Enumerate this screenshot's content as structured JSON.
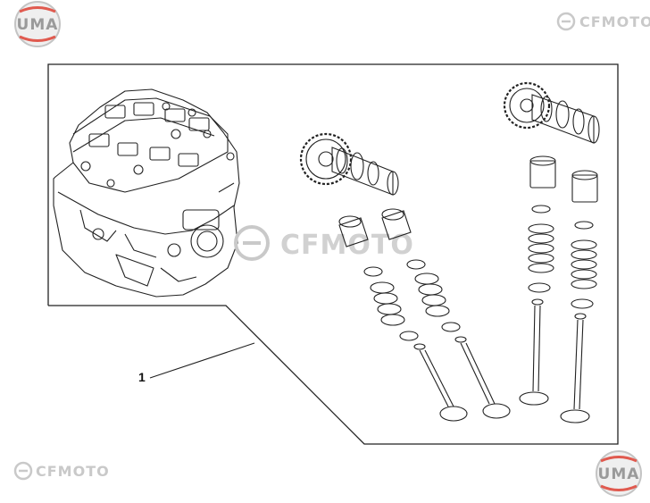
{
  "watermarks": {
    "brand_top_left": "UMA",
    "brand_top_right": "CFMOTO",
    "brand_center": "CFMOTO",
    "brand_bottom_left": "CFMOTO",
    "brand_bottom_right": "UMA"
  },
  "callouts": [
    {
      "label": "1"
    }
  ],
  "colors": {
    "line": "#222222",
    "watermark_gray": "#c9c9c9",
    "uma_badge": "#d8d8d8",
    "uma_accent": "#e05a4f"
  }
}
